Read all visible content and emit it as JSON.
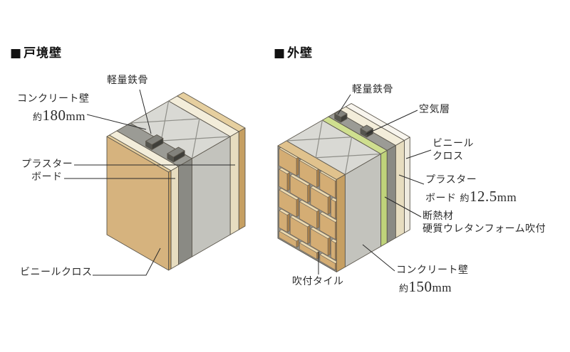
{
  "sections": [
    {
      "marker": "■",
      "title": "戸境壁"
    },
    {
      "marker": "■",
      "title": "外壁"
    }
  ],
  "left_wall": {
    "steel_frame": "軽量鉄骨",
    "concrete": {
      "name": "コンクリート壁",
      "approx": "約",
      "value": "180",
      "unit": "mm"
    },
    "plasterboard": {
      "line1": "プラスター",
      "line2": "ボード"
    },
    "vinyl_cloth": "ビニールクロス"
  },
  "right_wall": {
    "steel_frame": "軽量鉄骨",
    "air_layer": "空気層",
    "vinyl_cloth": {
      "line1": "ビニール",
      "line2": "クロス"
    },
    "plasterboard": {
      "line1": "プラスター",
      "line2": "ボード",
      "approx": "約",
      "value": "12.5",
      "unit": "mm"
    },
    "insulation": {
      "line1": "断熱材",
      "line2": "硬質ウレタンフォーム吹付"
    },
    "concrete": {
      "name": "コンクリート壁",
      "approx": "約",
      "value": "150",
      "unit": "mm"
    },
    "spray_tile": "吹付タイル"
  },
  "colors": {
    "outline": "#5b564c",
    "leader": "#2a2a2a",
    "beige_face": "#d6b37e",
    "beige_top": "#e6cf9f",
    "beige_end": "#c69f62",
    "cream_top": "#f3edda",
    "cream_end": "#e7ddc0",
    "cavity_top": "#9b9b95",
    "cavity_end": "#8a8a84",
    "concrete_top": "#d9d9d4",
    "concrete_end": "#c3c3bd",
    "concrete_hatch": "#8f8f89",
    "foam_top": "#cfdf8f",
    "foam_end": "#bfd37a",
    "white_top": "#f8f5ee",
    "white_end": "#efebe0",
    "brick_layer_top": "#e0c28d",
    "brick_face": "#d4ad74",
    "brick_top": "#ecdab0",
    "brick_end": "#a87f49",
    "brick_line": "#6a6156",
    "joint_bg": "#908f88",
    "stud_top": "#82827c",
    "stud_front": "#55554f",
    "stud_end": "#3f3f3a"
  }
}
